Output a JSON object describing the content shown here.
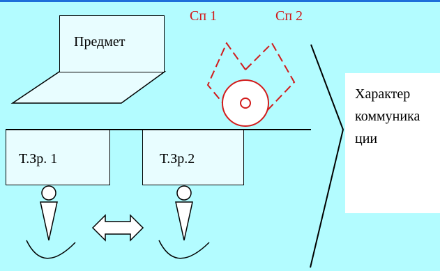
{
  "diagram": {
    "object_label": "Предмет",
    "viewpoint_1": "Т.Зр. 1",
    "viewpoint_2": "Т.Зр.2",
    "method_1": "Сп 1",
    "method_2": "Сп 2",
    "result_lines": [
      "Характер",
      "коммуника",
      "ции"
    ]
  },
  "colors": {
    "background": "#b3fcff",
    "accent_red": "#d11b1b",
    "top_stripe": "#1e6fd9"
  }
}
